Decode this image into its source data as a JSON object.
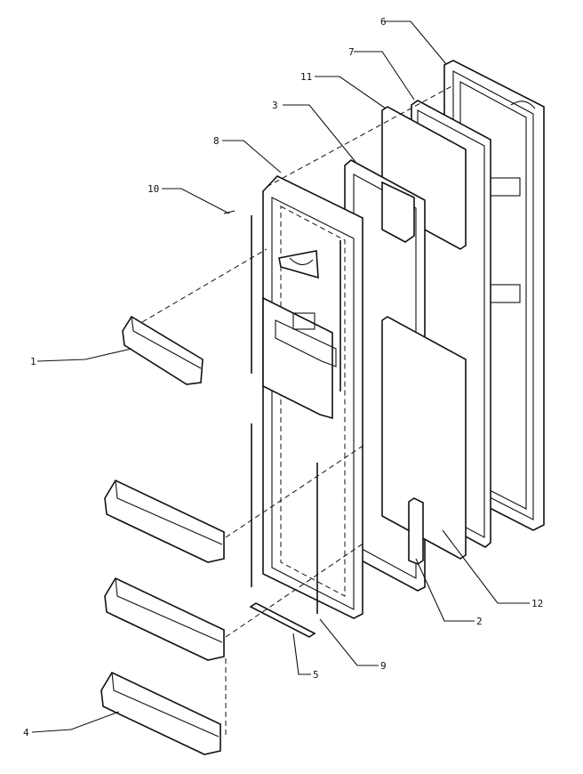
{
  "callouts": [
    {
      "id": "c1",
      "label": "1"
    },
    {
      "id": "c2",
      "label": "2"
    },
    {
      "id": "c3",
      "label": "3"
    },
    {
      "id": "c4",
      "label": "4"
    },
    {
      "id": "c5",
      "label": "5"
    },
    {
      "id": "c6",
      "label": "6"
    },
    {
      "id": "c7",
      "label": "7"
    },
    {
      "id": "c8",
      "label": "8"
    },
    {
      "id": "c9",
      "label": "9"
    },
    {
      "id": "c10",
      "label": "10"
    },
    {
      "id": "c11",
      "label": "11"
    },
    {
      "id": "c12",
      "label": "12"
    }
  ]
}
